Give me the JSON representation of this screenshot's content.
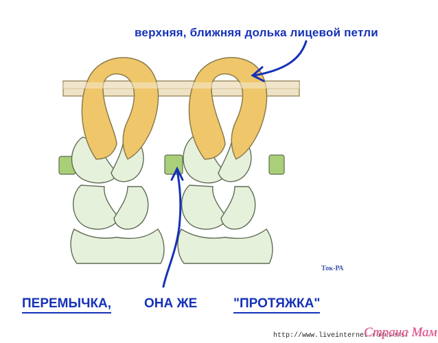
{
  "labels": {
    "top": "верхняя, ближняя долька лицевой петли",
    "bottom": [
      "ПЕРЕМЫЧКА,",
      "ОНА ЖЕ",
      "\"ПРОТЯЖКА\""
    ]
  },
  "credit": {
    "author": "Ток-РА",
    "url": "http://www.liveinternet.ru/users/",
    "site_logo": "Страна Мам"
  },
  "colors": {
    "loop_yellow": "#efc76a",
    "loop_stroke": "#8a7a4a",
    "stitch_pale": "#e6f1dc",
    "stitch_stroke": "#5e6b55",
    "bar_green": "#a9cf78",
    "needle": "#eee2c4",
    "arrow_blue": "#1531b8"
  },
  "icons": {
    "top_arrow": "arrow-pointing-left-down",
    "bottom_arrow": "arrow-pointing-up"
  }
}
